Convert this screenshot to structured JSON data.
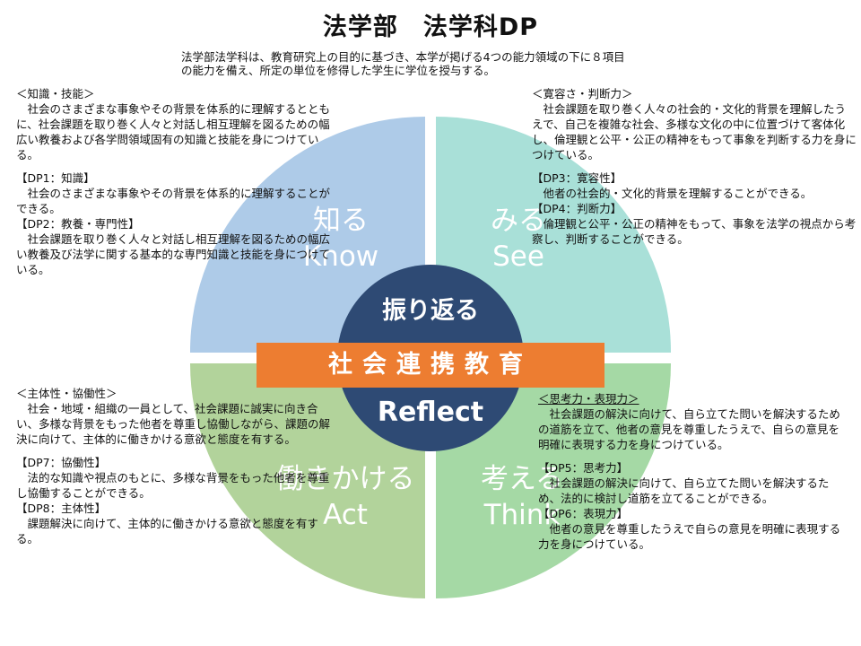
{
  "title": "法学部　法学科DP",
  "intro": {
    "line1": "法学部法学科は、教育研究上の目的に基づき、本学が掲げる4つの能力領域の下に８項目",
    "line2": "の能力を備え、所定の単位を修得した学生に学位を授与する。"
  },
  "colors": {
    "know": "#aecbe8",
    "see": "#a9e0d8",
    "act": "#b2d39b",
    "think": "#a5d9a5",
    "center": "#2e4a74",
    "band": "#ed7d31"
  },
  "quadrants": {
    "know": {
      "jp": "知る",
      "en": "Know"
    },
    "see": {
      "jp": "みる",
      "en": "See"
    },
    "act": {
      "jp": "働きかける",
      "en": "Act"
    },
    "think": {
      "jp": "考える",
      "en": "Think"
    }
  },
  "center": {
    "top": "振り返る",
    "bottom": "Reflect",
    "band": "社会連携教育"
  },
  "blocks": {
    "know": {
      "heading": "＜知識・技能＞",
      "desc": "　社会のさまざまな事象やその背景を体系的に理解するとともに、社会課題を取り巻く人々と対話し相互理解を図るための幅広い教養および各学問領域固有の知識と技能を身につけている。",
      "dp1_title": "【DP1：知識】",
      "dp1_text": "　社会のさまざまな事象やその背景を体系的に理解することができる。",
      "dp2_title": "【DP2：教養・専門性】",
      "dp2_text": "　社会課題を取り巻く人々と対話し相互理解を図るための幅広い教養及び法学に関する基本的な専門知識と技能を身につけている。"
    },
    "see": {
      "heading": "＜寛容さ・判断力＞",
      "desc": "　社会課題を取り巻く人々の社会的・文化的背景を理解したうえで、自己を複雑な社会、多様な文化の中に位置づけて客体化し、倫理観と公平・公正の精神をもって事象を判断する力を身につけている。",
      "dp3_title": "【DP3：寛容性】",
      "dp3_text": "　他者の社会的・文化的背景を理解することができる。",
      "dp4_title": "【DP4：判断力】",
      "dp4_text": "　倫理観と公平・公正の精神をもって、事象を法学の視点から考察し、判断することができる。"
    },
    "act": {
      "heading": "＜主体性・協働性＞",
      "desc": "　社会・地域・組織の一員として、社会課題に誠実に向き合い、多様な背景をもった他者を尊重し協働しながら、課題の解決に向けて、主体的に働きかける意欲と態度を有する。",
      "dp7_title": "【DP7：協働性】",
      "dp7_text": "　法的な知識や視点のもとに、多様な背景をもった他者を尊重し協働することができる。",
      "dp8_title": "【DP8：主体性】",
      "dp8_text": "　課題解決に向けて、主体的に働きかける意欲と態度を有する。"
    },
    "think": {
      "heading": "＜思考力・表現力＞",
      "desc": "　社会課題の解決に向けて、自ら立てた問いを解決するための道筋を立て、他者の意見を尊重したうえで、自らの意見を明確に表現する力を身につけている。",
      "dp5_title": "【DP5：思考力】",
      "dp5_text": "　社会課題の解決に向けて、自ら立てた問いを解決するため、法的に検討し道筋を立てることができる。",
      "dp6_title": "【DP6：表現力】",
      "dp6_text": "　他者の意見を尊重したうえで自らの意見を明確に表現する力を身につけている。"
    }
  }
}
